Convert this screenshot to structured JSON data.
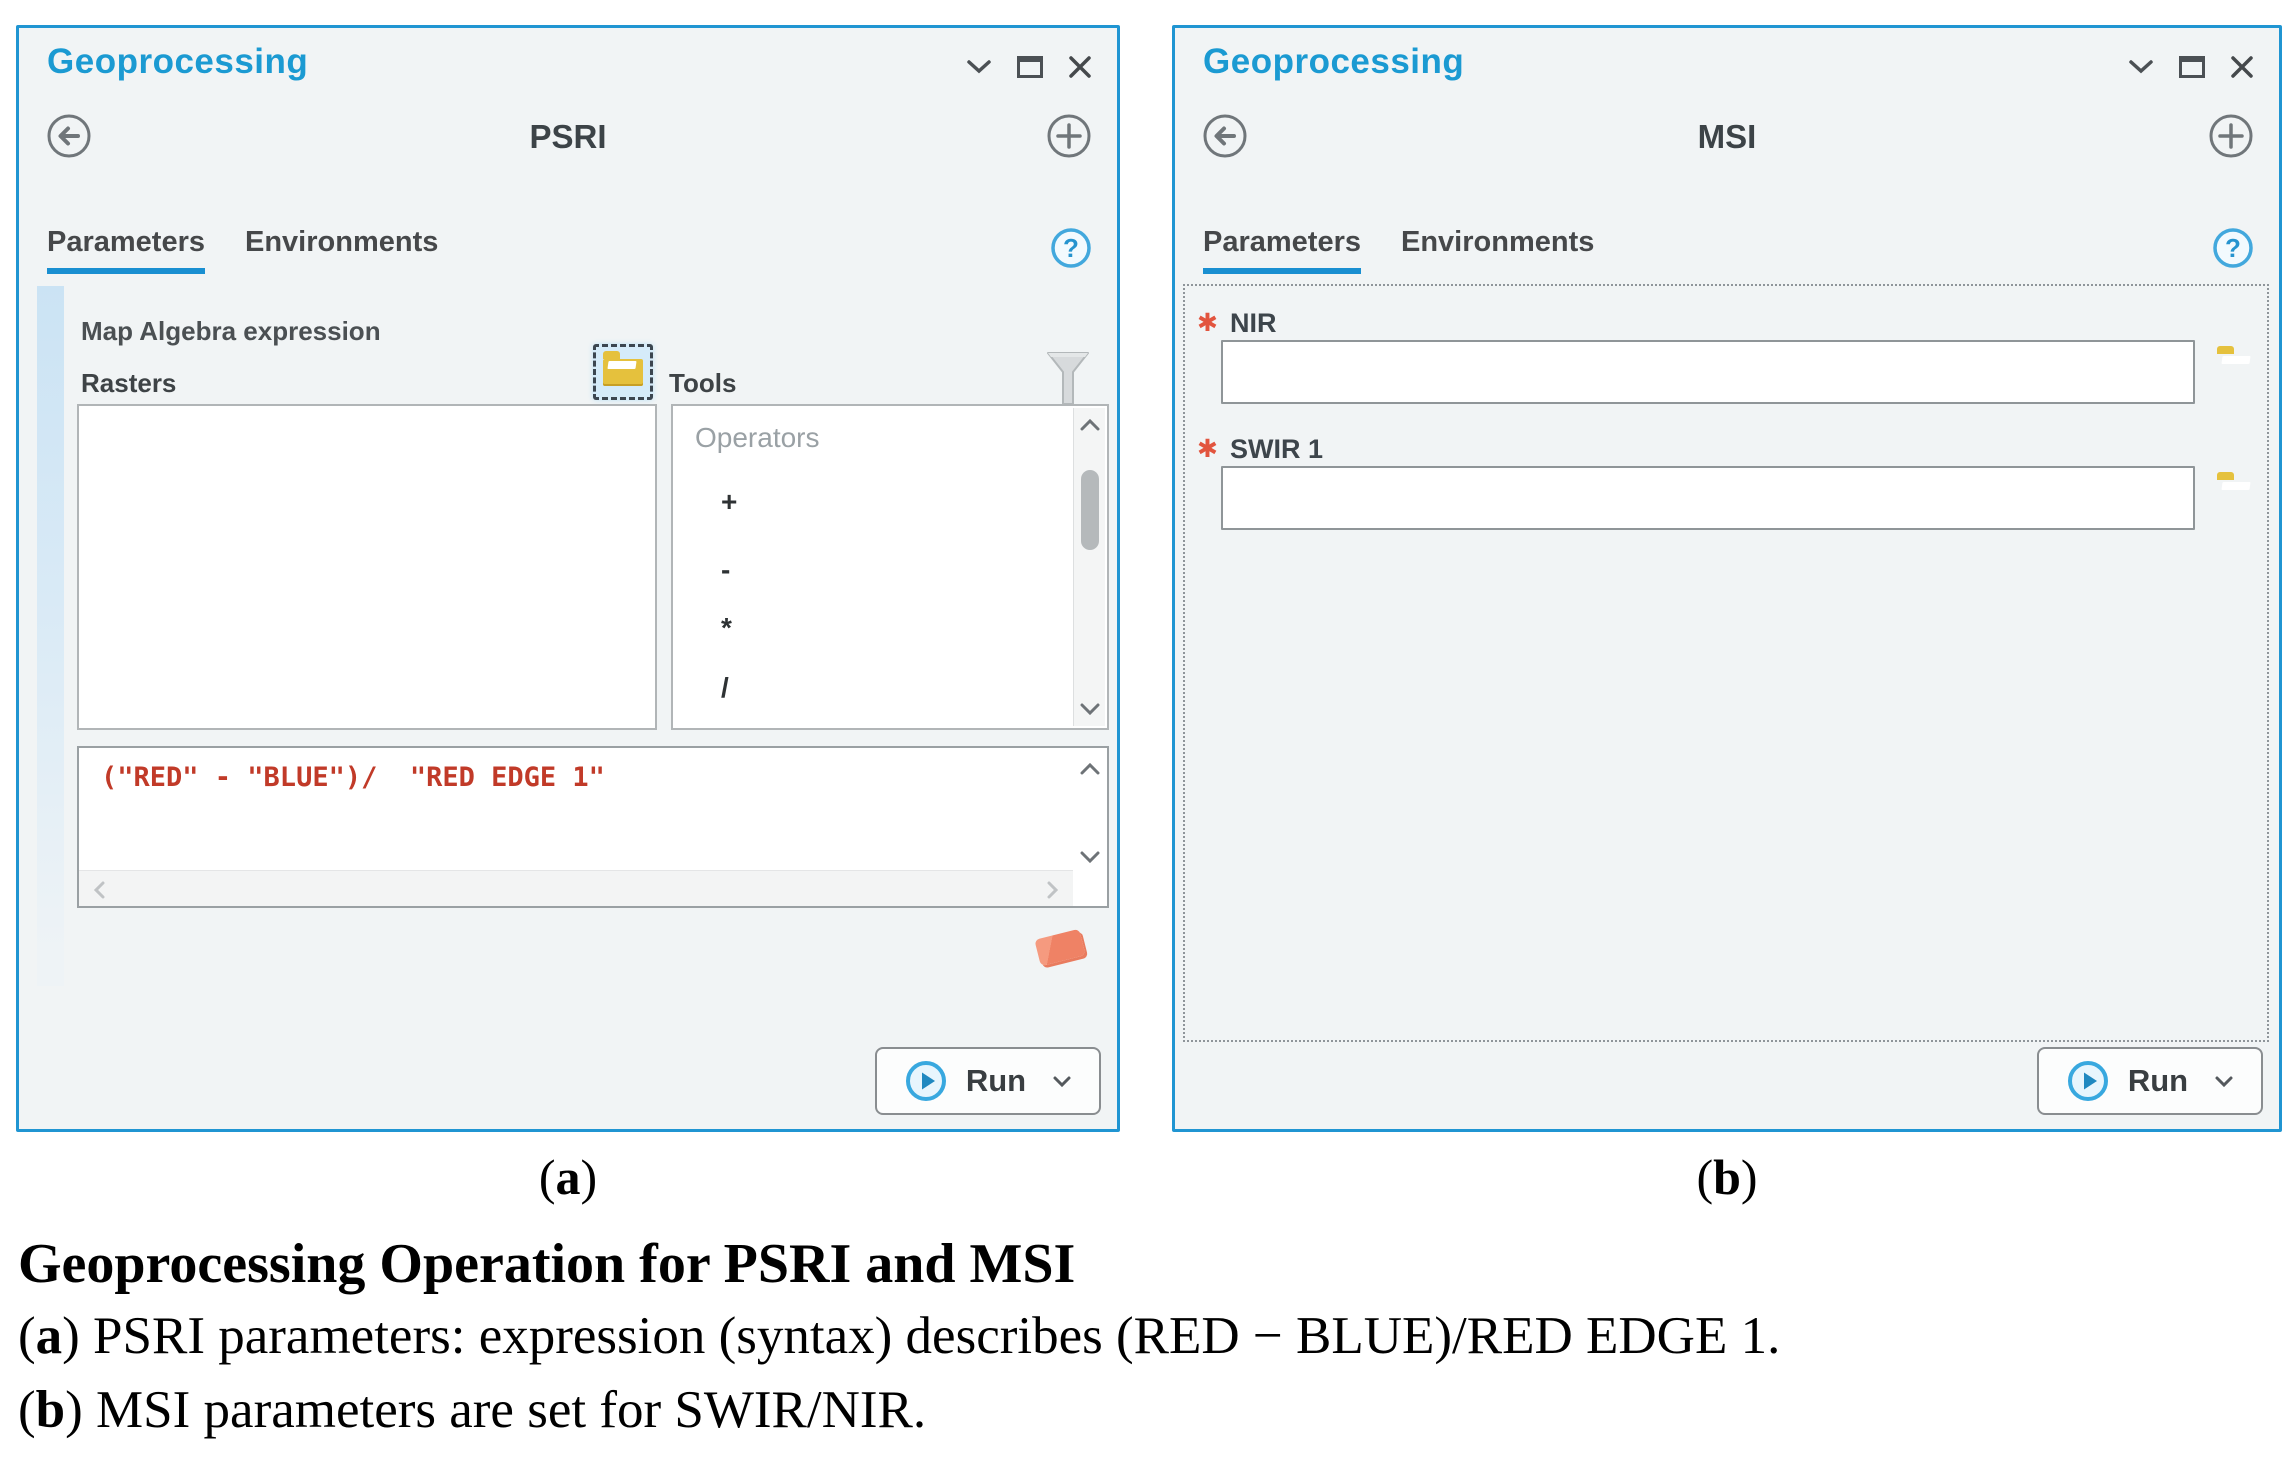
{
  "colors": {
    "accent_blue": "#2095d2",
    "title_blue": "#1b9ad2",
    "tab_underline_blue": "#1a8fd1",
    "panel_background": "#f1f4f5",
    "expression_red": "#c13a28",
    "required_red": "#e2543e",
    "folder_gold": "#e5c13d",
    "eraser_salmon": "#ef8265"
  },
  "icons": {
    "dock": "chevron-down",
    "maximize": "maximize-window",
    "close": "x",
    "back": "arrow-left-circle",
    "add": "plus-circle",
    "help": "question-circle",
    "browse": "open-folder",
    "filter": "funnel",
    "clear": "eraser",
    "run": "play-circle",
    "dropdown": "chevron-down",
    "scroll": "chevron-arrows"
  },
  "left": {
    "window_title": "Geoprocessing",
    "tool_title": "PSRI",
    "tabs": {
      "parameters": "Parameters",
      "environments": "Environments"
    },
    "map_algebra_label": "Map Algebra expression",
    "rasters_label": "Rasters",
    "tools_label": "Tools",
    "operators_group": "Operators",
    "operators": [
      "+",
      "-",
      "*",
      "/"
    ],
    "expression": "(\"RED\" - \"BLUE\")/  \"RED EDGE 1\"",
    "run_label": "Run"
  },
  "right": {
    "window_title": "Geoprocessing",
    "tool_title": "MSI",
    "tabs": {
      "parameters": "Parameters",
      "environments": "Environments"
    },
    "required_marker": "✱",
    "params": [
      {
        "label": "NIR",
        "value": ""
      },
      {
        "label": "SWIR 1",
        "value": ""
      }
    ],
    "run_label": "Run"
  },
  "captions": {
    "open_paren": "(",
    "close_paren": ")",
    "a_tag": "a",
    "b_tag": "b",
    "title": "Geoprocessing Operation for PSRI and MSI",
    "line_a_rest": ") PSRI parameters: expression (syntax) describes (RED − BLUE)/RED EDGE 1.",
    "line_b_rest": ") MSI parameters are set for SWIR/NIR."
  }
}
